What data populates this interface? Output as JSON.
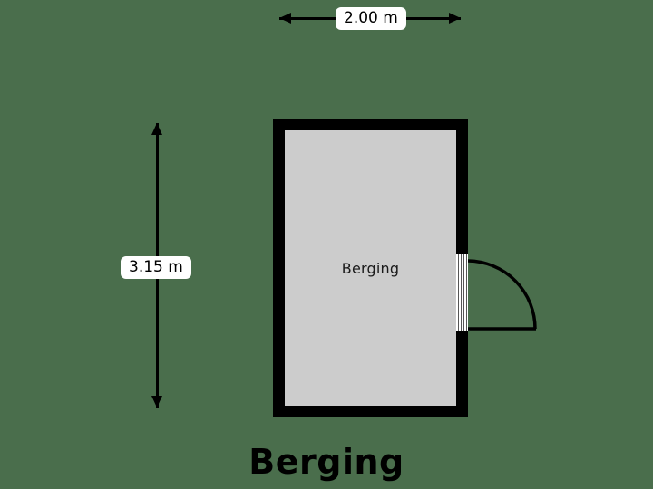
{
  "plan": {
    "title": "Berging",
    "background_color": "#4a6e4c",
    "wall_color": "#000000",
    "floor_color": "#cccccc"
  },
  "room": {
    "label": "Berging"
  },
  "dimensions": {
    "width": {
      "value": "2.00 m",
      "orientation": "horizontal"
    },
    "height": {
      "value": "3.15 m",
      "orientation": "vertical"
    }
  },
  "door": {
    "name": "door-swing",
    "side": "right",
    "swing": "outward"
  },
  "chart_data": {
    "type": "table",
    "title": "Berging",
    "categories": [
      "width",
      "depth"
    ],
    "values": [
      2.0,
      3.15
    ],
    "units": "m",
    "annotations": [
      "2.00 m",
      "3.15 m",
      "Berging"
    ]
  }
}
